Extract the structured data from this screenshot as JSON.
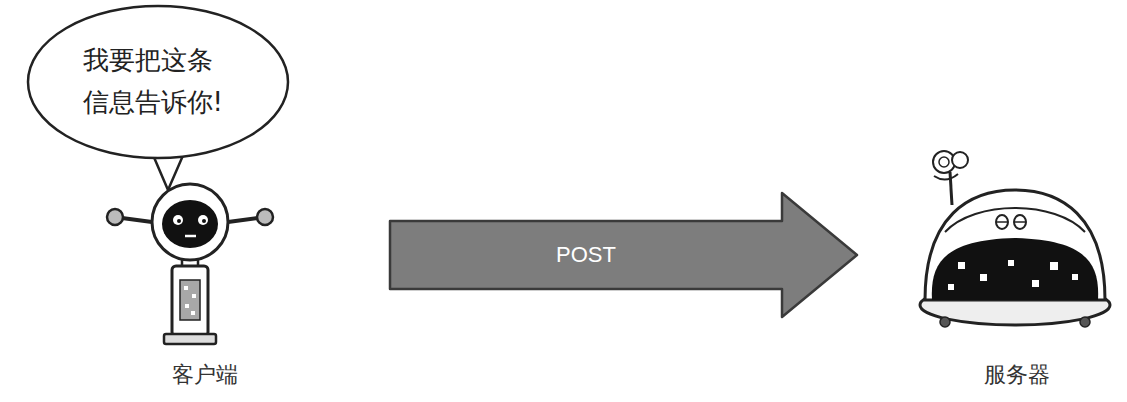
{
  "diagram": {
    "nodes": [
      {
        "text": [
          "我要把这条信息告诉你!"
        ]
      },
      {
        "text": [
          "客户端"
        ]
      },
      {
        "text": [
          "服务器"
        ]
      }
    ],
    "edges": [
      {
        "from": 1,
        "to": 2,
        "arrow": "to",
        "label": "POST"
      }
    ]
  }
}
